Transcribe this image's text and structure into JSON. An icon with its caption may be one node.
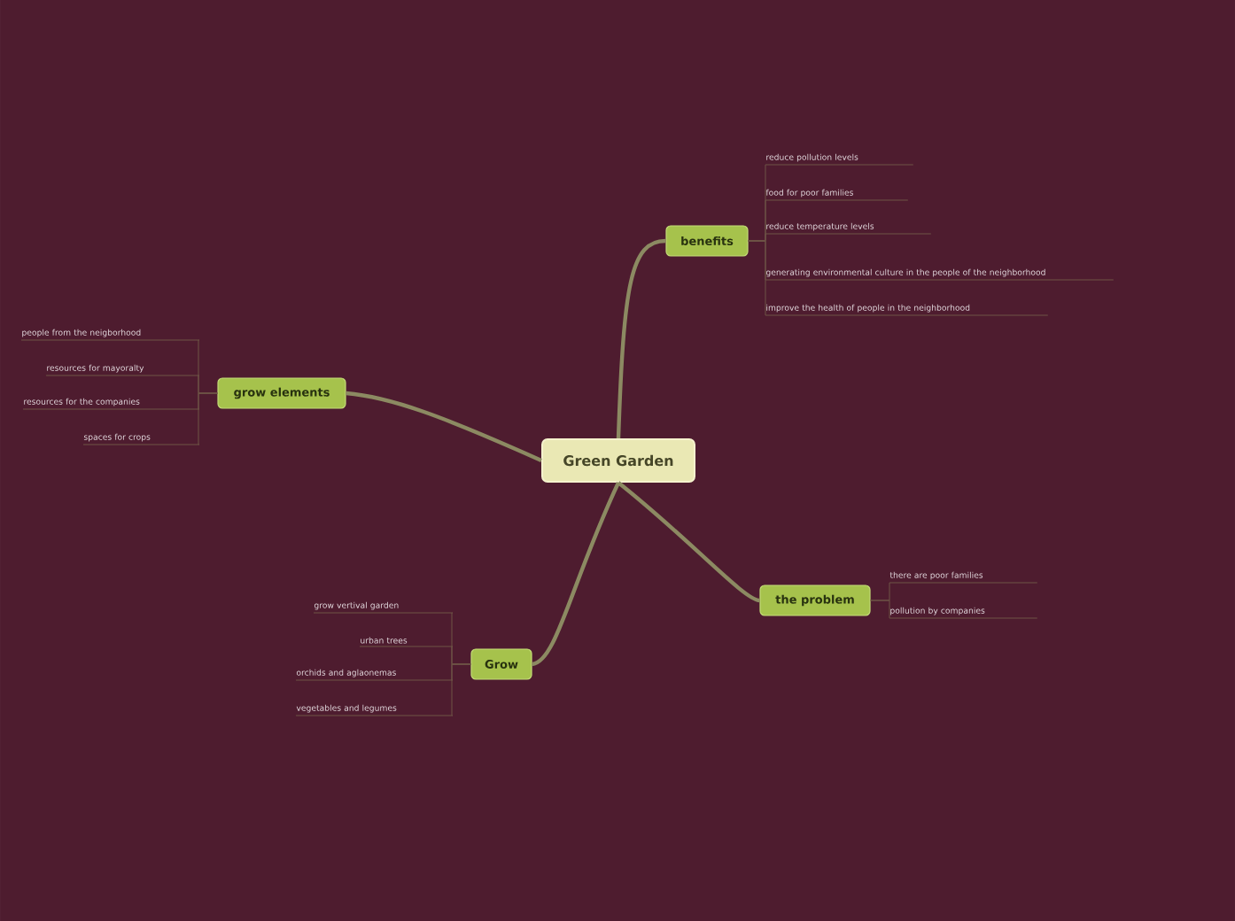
{
  "diagram": {
    "nodes": [
      {
        "text": [
          "Green Garden"
        ]
      },
      {
        "text": [
          "benefits"
        ]
      },
      {
        "text": [
          "reduce pollution levels"
        ]
      },
      {
        "text": [
          "food for poor families"
        ]
      },
      {
        "text": [
          "reduce temperature levels"
        ]
      },
      {
        "text": [
          "generating environmental culture in the people of the neighborhood"
        ]
      },
      {
        "text": [
          "improve the health of people in the neighborhood"
        ]
      },
      {
        "text": [
          "grow elements"
        ]
      },
      {
        "text": [
          "people from the neigborhood"
        ]
      },
      {
        "text": [
          "resources for mayoralty"
        ]
      },
      {
        "text": [
          "resources for the companies"
        ]
      },
      {
        "text": [
          "spaces for crops"
        ]
      },
      {
        "text": [
          "Grow"
        ]
      },
      {
        "text": [
          "grow vertival garden"
        ]
      },
      {
        "text": [
          "urban trees"
        ]
      },
      {
        "text": [
          "orchids and aglaonemas"
        ]
      },
      {
        "text": [
          "vegetables and legumes"
        ]
      },
      {
        "text": [
          "the problem"
        ]
      },
      {
        "text": [
          "there are poor families"
        ]
      },
      {
        "text": [
          "pollution by companies"
        ]
      }
    ],
    "edges": [
      {
        "from": 0,
        "to": 1,
        "arrow": "none",
        "style": "thick",
        "color": "#8c8a62"
      },
      {
        "from": 1,
        "to": 2,
        "arrow": "none"
      },
      {
        "from": 1,
        "to": 3,
        "arrow": "none"
      },
      {
        "from": 1,
        "to": 4,
        "arrow": "none"
      },
      {
        "from": 1,
        "to": 5,
        "arrow": "none"
      },
      {
        "from": 1,
        "to": 6,
        "arrow": "none"
      },
      {
        "from": 0,
        "to": 7,
        "arrow": "none",
        "style": "thick",
        "color": "#8c8a62"
      },
      {
        "from": 7,
        "to": 8,
        "arrow": "none"
      },
      {
        "from": 7,
        "to": 9,
        "arrow": "none"
      },
      {
        "from": 7,
        "to": 10,
        "arrow": "none"
      },
      {
        "from": 7,
        "to": 11,
        "arrow": "none"
      },
      {
        "from": 0,
        "to": 12,
        "arrow": "none",
        "style": "thick",
        "color": "#8c8a62"
      },
      {
        "from": 12,
        "to": 13,
        "arrow": "none"
      },
      {
        "from": 12,
        "to": 14,
        "arrow": "none"
      },
      {
        "from": 12,
        "to": 15,
        "arrow": "none"
      },
      {
        "from": 12,
        "to": 16,
        "arrow": "none"
      },
      {
        "from": 0,
        "to": 17,
        "arrow": "none",
        "style": "thick",
        "color": "#8c8a62"
      },
      {
        "from": 17,
        "to": 18,
        "arrow": "none"
      },
      {
        "from": 17,
        "to": 19,
        "arrow": "none"
      }
    ]
  }
}
